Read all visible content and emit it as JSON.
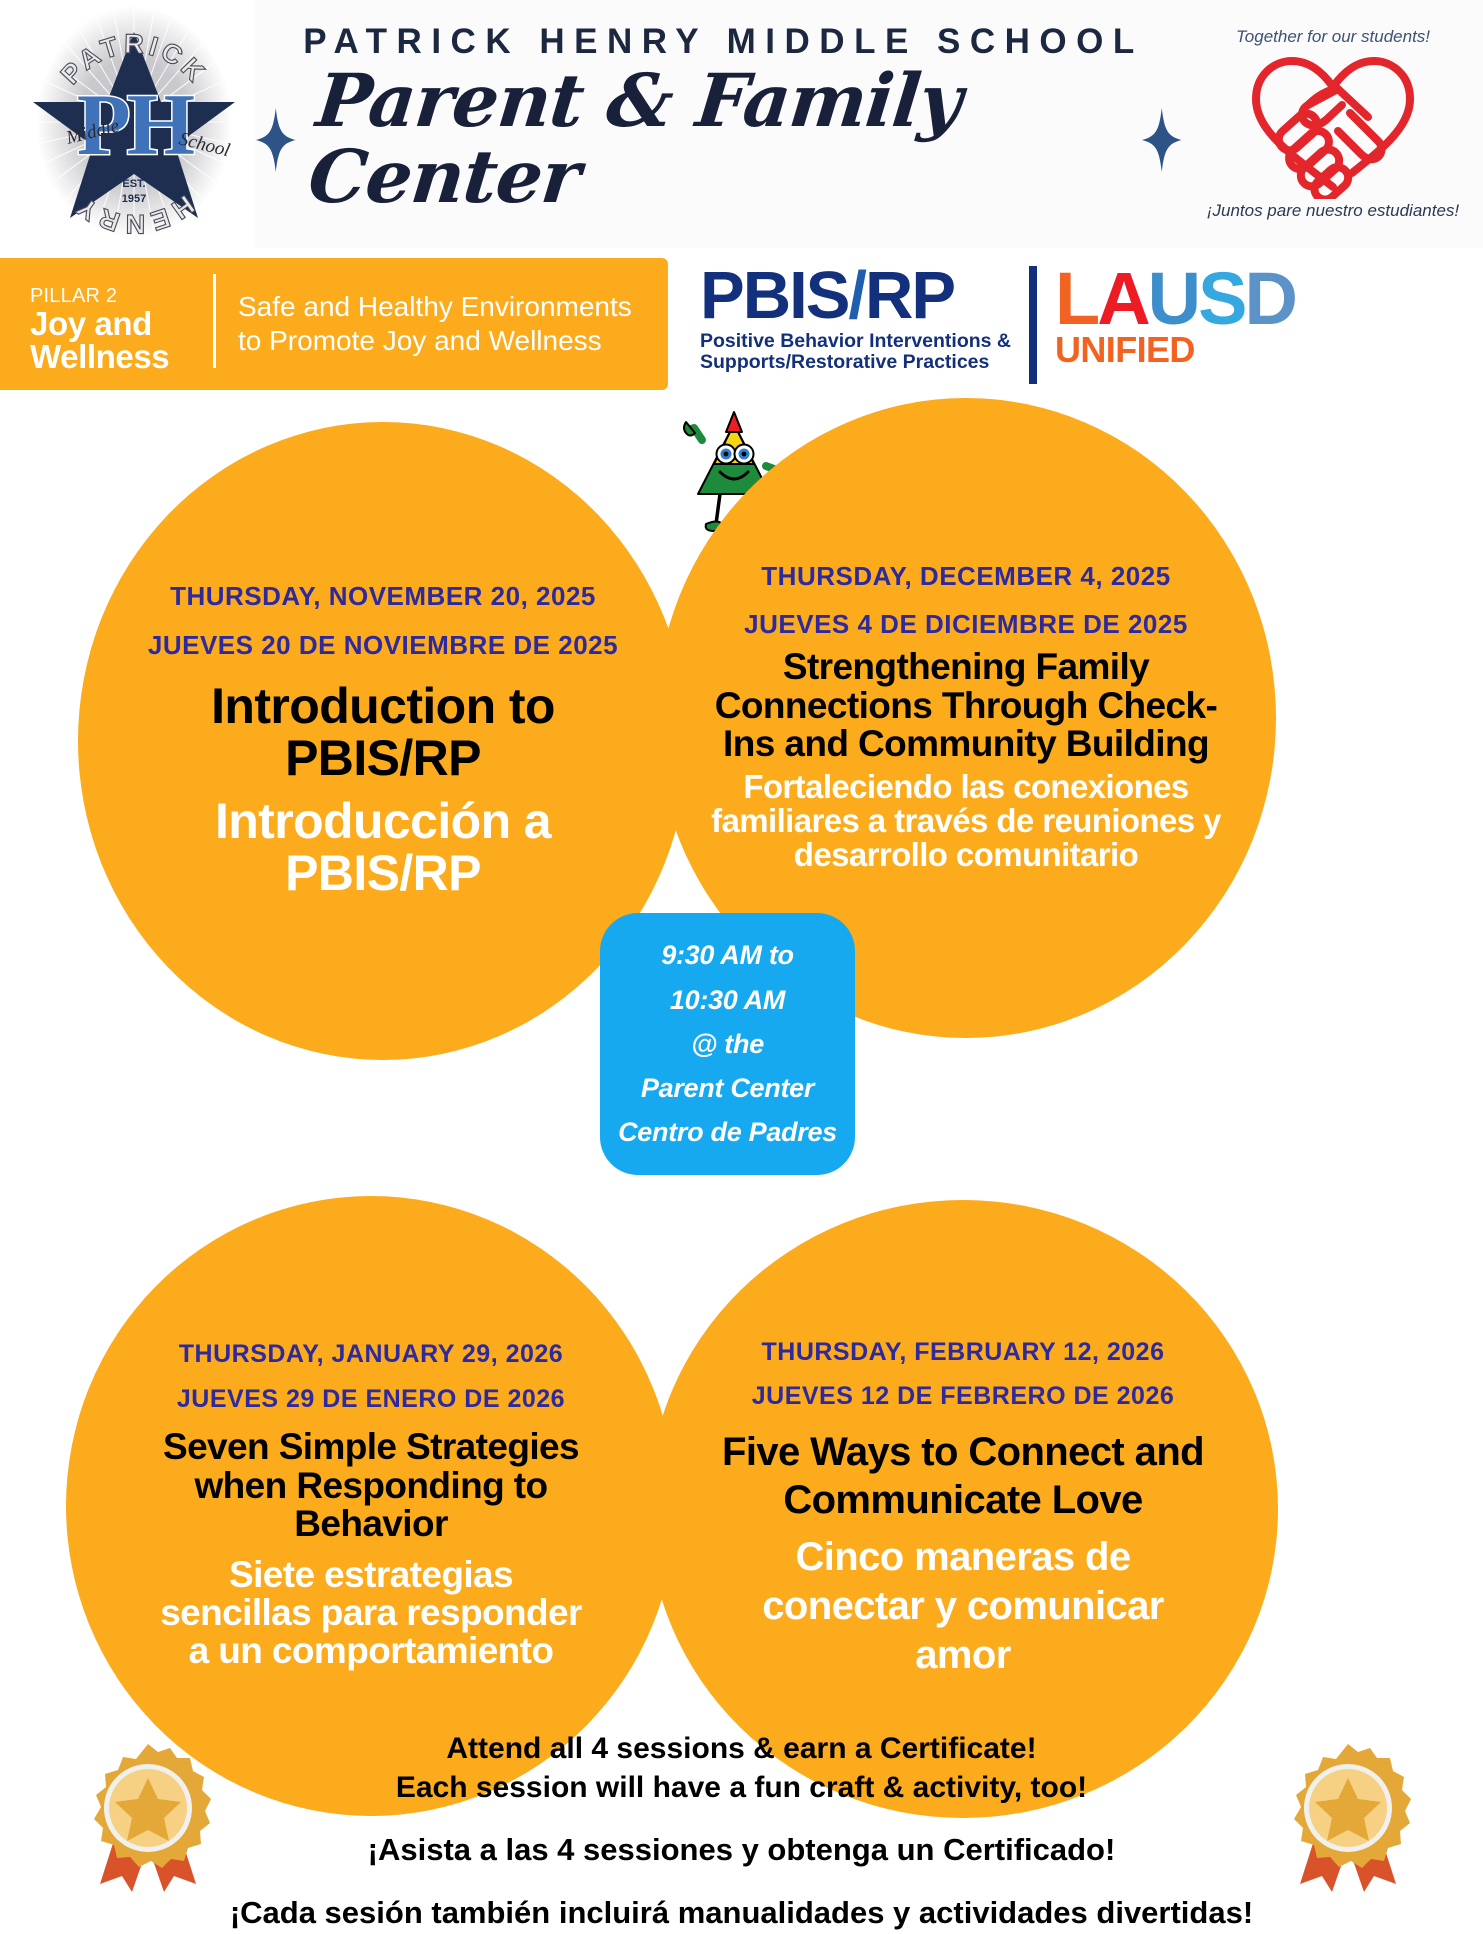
{
  "header": {
    "school_name": "PATRICK HENRY MIDDLE SCHOOL",
    "center_title": "Parent & Family Center",
    "crest": {
      "arc_top": "PATRICK",
      "arc_bottom": "HENRY",
      "left_word": "Middle",
      "right_word": "School",
      "monogram": "PH",
      "est_label": "EST.",
      "est_year": "1957"
    },
    "partner": {
      "tagline_en": "Together for our students!",
      "tagline_es": "¡Juntos pare nuestro estudiantes!",
      "icon": "handshake-heart-icon",
      "color": "#e3262b"
    }
  },
  "pillar": {
    "kicker": "PILLAR 2",
    "title": "Joy and Wellness",
    "tagline": "Safe and Healthy Environments to Promote Joy and Wellness",
    "bg_color": "#fbab1c"
  },
  "logos": {
    "pbis": {
      "main_a": "PBIS",
      "slash": "/",
      "main_b": "RP",
      "subtitle_line1": "Positive Behavior Interventions &",
      "subtitle_line2": "Supports/Restorative Practices",
      "color": "#13307c"
    },
    "lausd": {
      "letters": [
        {
          "char": "L",
          "color": "#f26322"
        },
        {
          "char": "A",
          "color": "#ed1c24"
        },
        {
          "char": "U",
          "color": "#3f8ecc"
        },
        {
          "char": "S",
          "color": "#35a8e0"
        },
        {
          "char": "D",
          "color": "#5b92c8"
        }
      ],
      "unified": "UNIFIED",
      "unified_color": "#f26322"
    }
  },
  "mascot": {
    "name": "triangle-mascot-icon",
    "body_color": "#1d8a3c",
    "band_color": "#f5d514",
    "hat_color": "#ee1d24"
  },
  "sessions": [
    {
      "date_en": "THURSDAY, NOVEMBER 20, 2025",
      "date_es": "JUEVES 20 DE NOVIEMBRE DE 2025",
      "title_en": "Introduction to PBIS/RP",
      "title_es": "Introducción a PBIS/RP"
    },
    {
      "date_en": "THURSDAY, DECEMBER 4, 2025",
      "date_es": "JUEVES 4 DE DICIEMBRE DE 2025",
      "title_en": "Strengthening Family Connections Through Check-Ins and Community Building",
      "title_es": "Fortaleciendo las conexiones familiares a través de reuniones y desarrollo comunitario"
    },
    {
      "date_en": "THURSDAY, JANUARY 29, 2026",
      "date_es": "JUEVES 29 DE ENERO DE 2026",
      "title_en": "Seven Simple Strategies when Responding to Behavior",
      "title_es": "Siete estrategias sencillas para responder a un comportamiento"
    },
    {
      "date_en": "THURSDAY, FEBRUARY 12, 2026",
      "date_es": "JUEVES 12 DE FEBRERO DE 2026",
      "title_en": "Five Ways to Connect and Communicate Love",
      "title_es": "Cinco maneras de conectar y comunicar amor"
    }
  ],
  "time_box": {
    "line1": "9:30 AM to",
    "line2": "10:30 AM",
    "line3": "@ the",
    "line4": "Parent Center",
    "line5": "Centro de Padres",
    "bg_color": "#17a9ef"
  },
  "footer": {
    "en_line1": "Attend all 4 sessions & earn a Certificate!",
    "en_line2": "Each session will have a fun craft & activity, too!",
    "es_line1": "¡Asista a las 4 sessiones y obtenga un Certificado!",
    "es_line2": "¡Cada sesión también incluirá manualidades y actividades divertidas!",
    "badge_icon": "award-ribbon-icon"
  },
  "colors": {
    "orange": "#fbab1c",
    "navy": "#1c2740",
    "purple": "#2e2a9e",
    "sky": "#17a9ef"
  }
}
